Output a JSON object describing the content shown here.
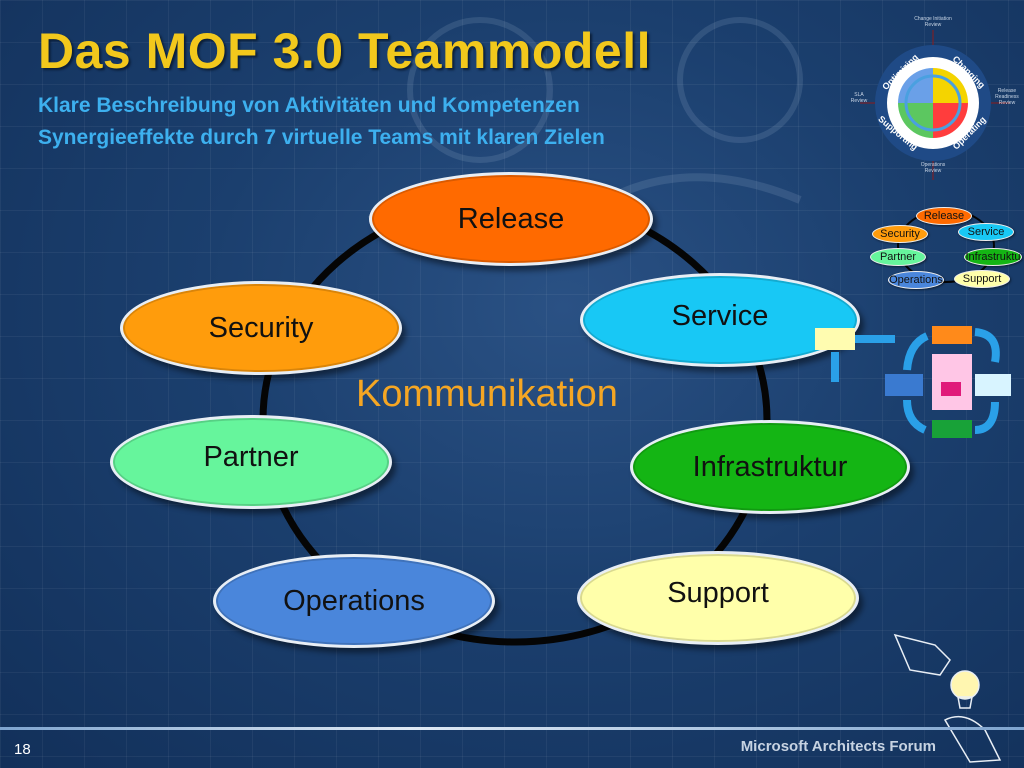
{
  "slide": {
    "title": "Das MOF 3.0 Teammodell",
    "subtitle_1": "Klare Beschreibung von Aktivitäten und Kompetenzen",
    "subtitle_2": "Synergieeffekte durch 7 virtuelle Teams mit klaren Zielen",
    "center_label": "Kommunikation",
    "page_number": "18",
    "footer": "Microsoft Architects Forum"
  },
  "teams": {
    "release": "Release",
    "service": "Service",
    "security": "Security",
    "partner": "Partner",
    "infrastruktur": "Infrastruktur",
    "operations": "Operations",
    "support": "Support"
  },
  "mini_teams": {
    "release": "Release",
    "service": "Service",
    "security": "Security",
    "partner": "Partner",
    "infrastruktur": "Infrastruktu",
    "operations": "Operations",
    "support": "Support"
  },
  "mof_wheel": {
    "optimizing": "Optimizing",
    "changing": "Changing",
    "supporting": "Supporting",
    "operating": "Operating",
    "top_review": "Change Initiation Review",
    "left_review": "SLA Review",
    "right_review": "Release Readiness Review",
    "bottom_review": "Operations Review"
  },
  "colors": {
    "title": "#f2c81c",
    "subtitle": "#3db0ef",
    "release": "#ff6a00",
    "service": "#18c8f5",
    "security": "#ff9c0c",
    "partner": "#66f59c",
    "infrastruktur": "#14b514",
    "operations": "#4a86db",
    "support": "#ffffaa"
  }
}
